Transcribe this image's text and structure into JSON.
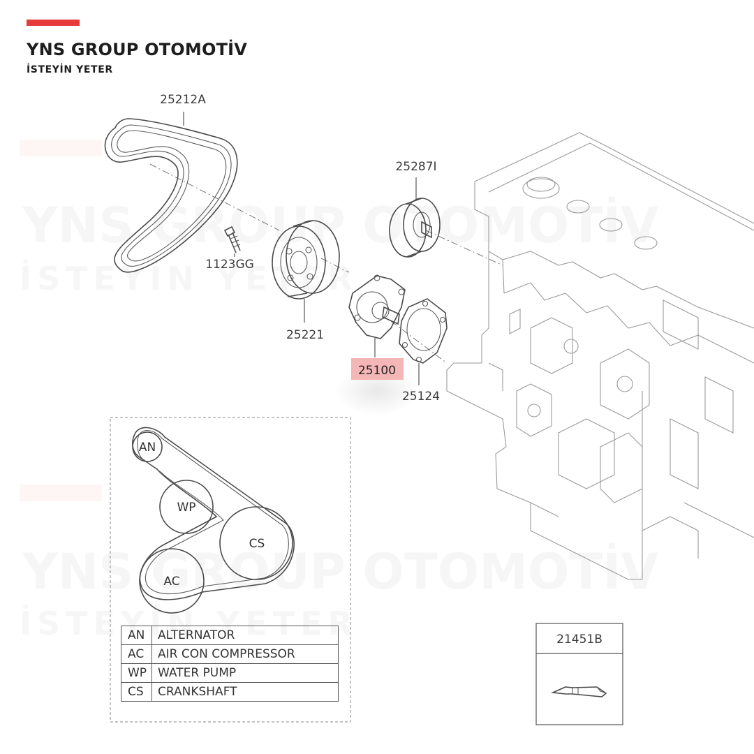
{
  "brand": {
    "accent_color": "#e63b3b",
    "title": "YNS GROUP OTOMOTİV",
    "slogan": "İSTEYİN YETER"
  },
  "parts": {
    "belt": "25212A",
    "idler_pulley": "25287I",
    "bolt": "1123GG",
    "water_pump_pulley": "25221",
    "water_pump": "25100",
    "gasket": "25124",
    "sealant": "21451B"
  },
  "highlight_color": "#f4b6b6",
  "belt_layout": {
    "pulleys": [
      "AN",
      "WP",
      "CS",
      "AC"
    ]
  },
  "legend": [
    {
      "abbr": "AN",
      "name": "ALTERNATOR"
    },
    {
      "abbr": "AC",
      "name": "AIR CON COMPRESSOR"
    },
    {
      "abbr": "WP",
      "name": "WATER PUMP"
    },
    {
      "abbr": "CS",
      "name": "CRANKSHAFT"
    }
  ]
}
